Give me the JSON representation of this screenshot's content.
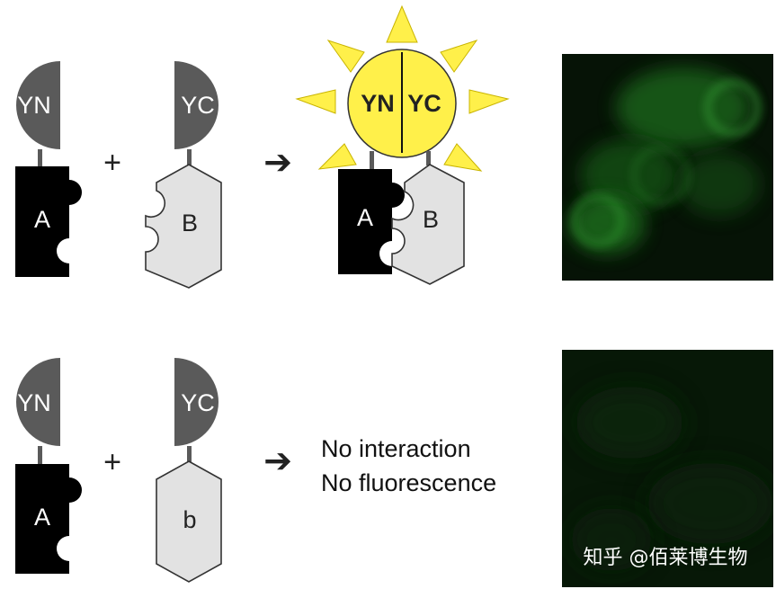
{
  "row_top": {
    "fragment_n_label": "YN",
    "fragment_c_label": "YC",
    "protein_a_label": "A",
    "protein_b_label": "B",
    "plus_sign": "+",
    "arrow": "➔",
    "complex_n_label": "YN",
    "complex_c_label": "YC",
    "complex_a_label": "A",
    "complex_b_label": "B",
    "micrograph": "green fluorescence micrograph (bright)"
  },
  "row_bottom": {
    "fragment_n_label": "YN",
    "fragment_c_label": "YC",
    "protein_a_label": "A",
    "protein_b_label": "b",
    "plus_sign": "+",
    "arrow": "➔",
    "result_line1": "No interaction",
    "result_line2": "No fluorescence",
    "micrograph": "green fluorescence micrograph (dark)"
  },
  "watermark": "知乎 @佰莱博生物",
  "colors": {
    "fragment_fill": "#5a5a5a",
    "protein_a_fill": "#000000",
    "protein_b_fill": "#e2e2e2",
    "sun_fill": "#fff04a",
    "sun_rays": "#fff04a",
    "fluorescence": "#2db52d",
    "micrograph_bg": "#061306"
  }
}
